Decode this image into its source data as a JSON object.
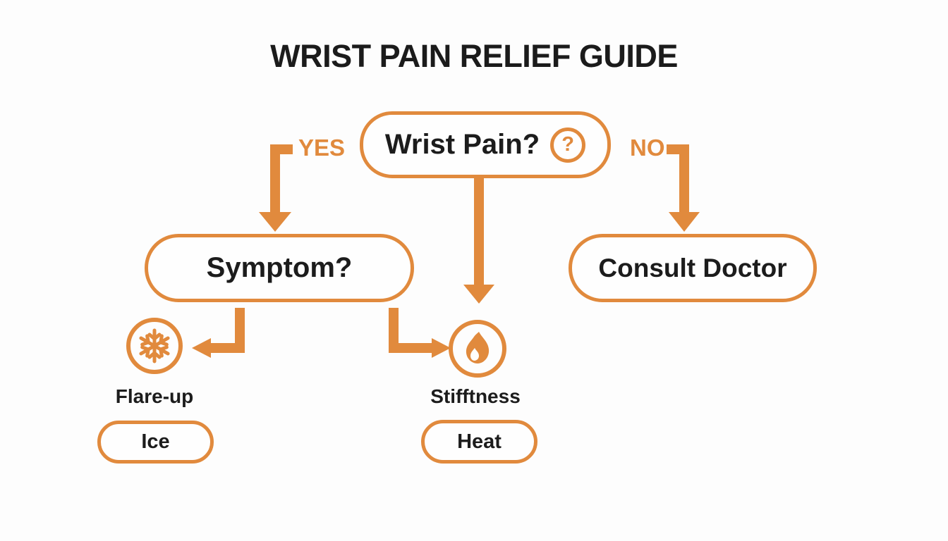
{
  "title": "WRIST PAIN RELIEF GUIDE",
  "colors": {
    "accent": "#E18A3D",
    "text": "#1C1C1C",
    "background": "#FDFDFD"
  },
  "flow": {
    "root": {
      "label": "Wrist Pain?",
      "icon": "question-circle",
      "icon_glyph": "?"
    },
    "yes_label": "YES",
    "no_label": "NO",
    "yes_node": {
      "label": "Symptom?"
    },
    "no_node": {
      "label": "Consult Doctor"
    },
    "outcomes": [
      {
        "icon": "snowflake",
        "symptom": "Flare-up",
        "remedy": "Ice"
      },
      {
        "icon": "flame",
        "symptom": "Stifftness",
        "remedy": "Heat"
      }
    ]
  }
}
